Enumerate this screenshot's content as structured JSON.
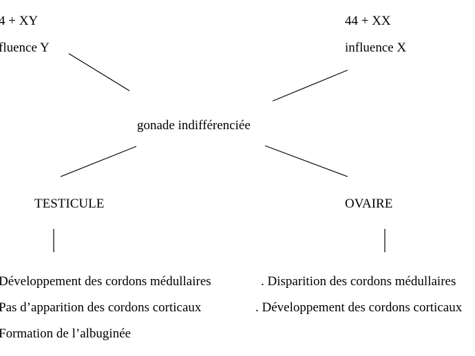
{
  "left_top": {
    "karyotype": "4 + XY",
    "influence": "fluence Y"
  },
  "right_top": {
    "karyotype": "44 + XX",
    "influence": "influence X"
  },
  "center": {
    "label": "gonade indifférenciée"
  },
  "left_branch": {
    "title": "TESTICULE",
    "items": [
      "Développement des cordons médullaires",
      "Pas d’apparition des cordons corticaux",
      "Formation de l’albuginée"
    ]
  },
  "right_branch": {
    "title": "OVAIRE",
    "items": [
      ". Disparition des cordons  médullaires",
      ". Développement des cordons corticaux"
    ]
  }
}
